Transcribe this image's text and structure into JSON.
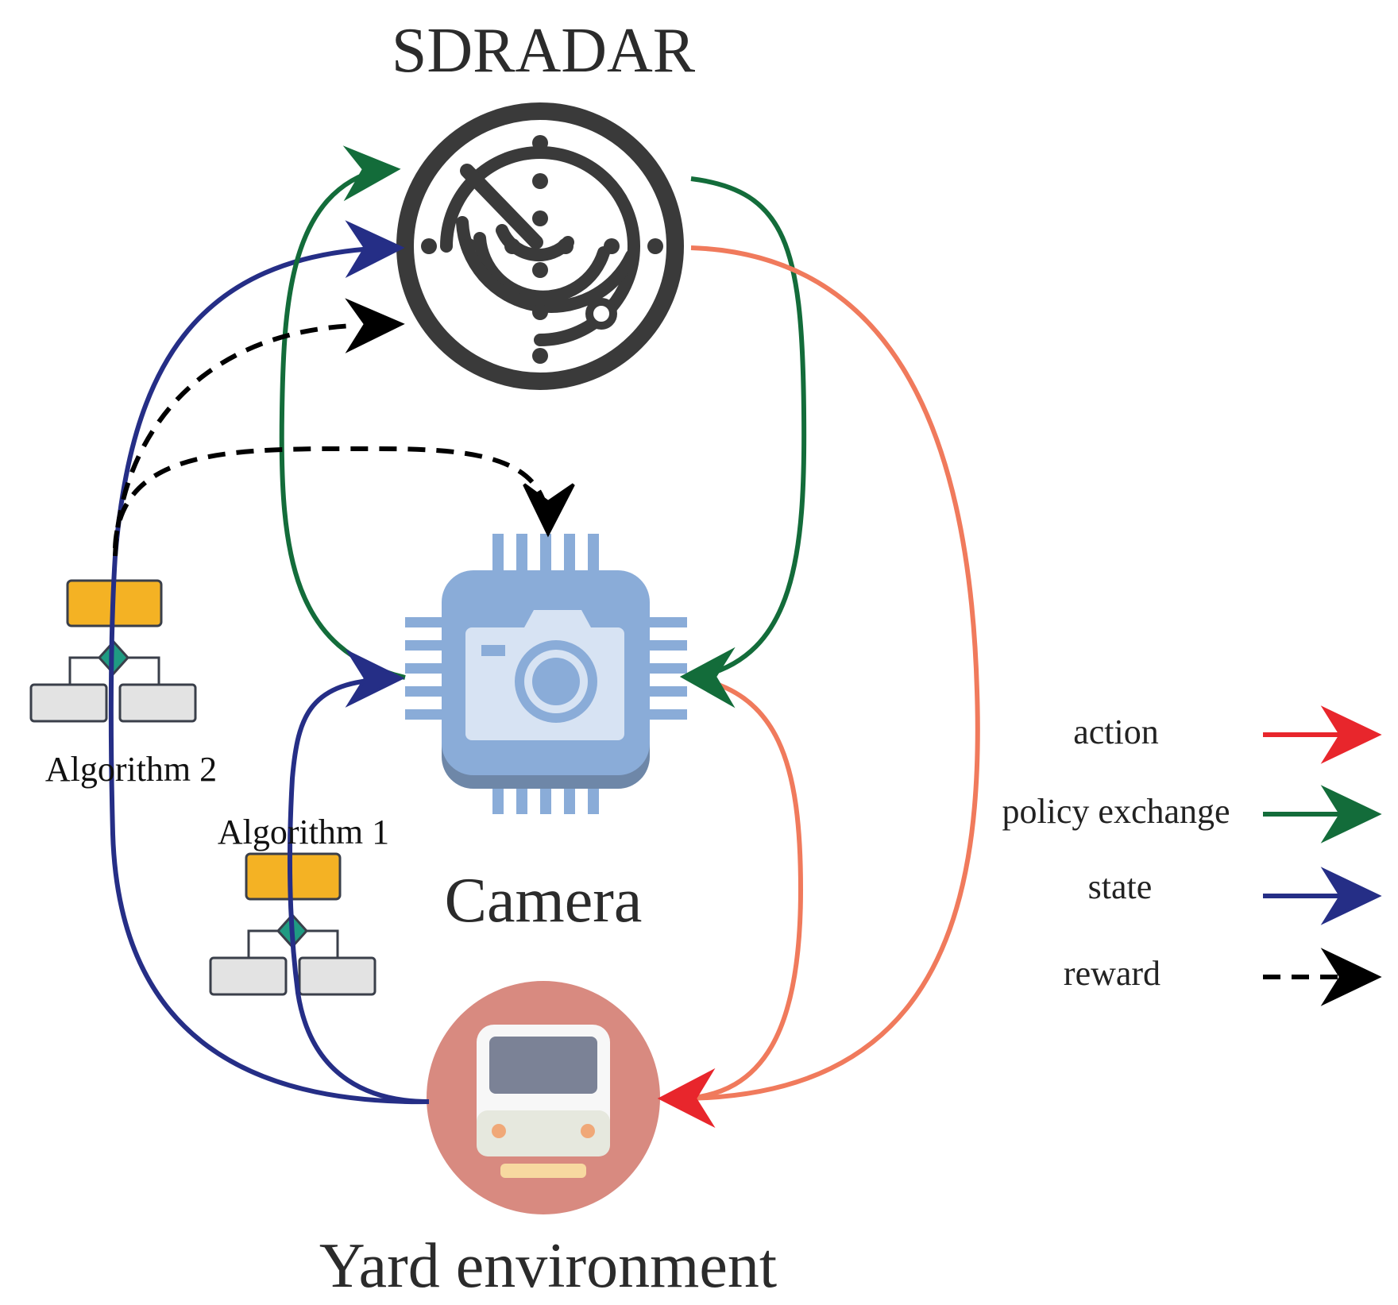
{
  "nodes": {
    "sdradar": "SDRADAR",
    "camera": "Camera",
    "yard": "Yard environment",
    "algorithm_2": "Algorithm 2",
    "algorithm_1": "Algorithm 1"
  },
  "legend": [
    {
      "label": "action",
      "color": "#e8262c",
      "style": "solid"
    },
    {
      "label": "policy exchange",
      "color": "#136c3a",
      "style": "solid"
    },
    {
      "label": "state",
      "color": "#252e86",
      "style": "solid"
    },
    {
      "label": "reward",
      "color": "#000000",
      "style": "dashed"
    }
  ],
  "colors": {
    "action": "#e8262c",
    "action_curve": "#f07a5c",
    "policy": "#136c3a",
    "state": "#252e86",
    "reward": "#000000",
    "radar": "#3a3a3a",
    "chip": "#8aacd8",
    "yard_circle": "#d88a80",
    "algorithm_top": "#f4b224",
    "algorithm_diamond": "#1f9b82"
  },
  "icons": {
    "sdradar": "radar-icon",
    "camera": "camera-chip-icon",
    "yard": "train-icon",
    "algorithm": "flowchart-icon"
  }
}
